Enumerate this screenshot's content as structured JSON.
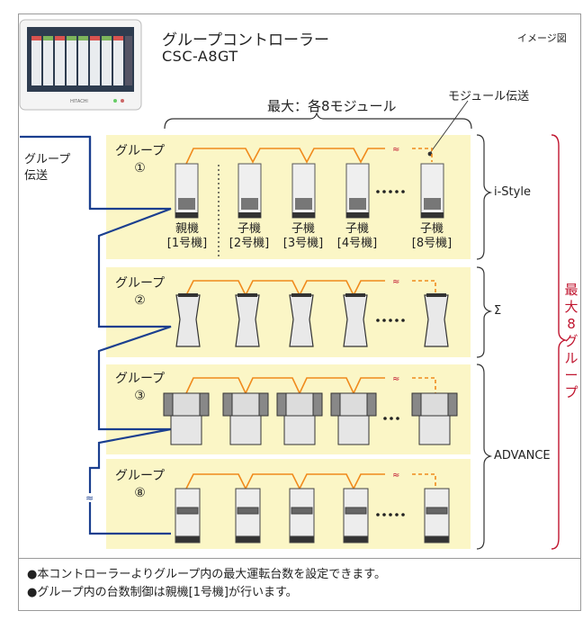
{
  "header": {
    "title": "グループコントローラー",
    "model": "CSC-A8GT",
    "image_note": "イメージ図",
    "screen_brand": "HITACHI"
  },
  "labels": {
    "max_modules": "最大：各8モジュール",
    "module_transmission": "モジュール伝送",
    "group_transmission_line1": "グループ",
    "group_transmission_line2": "伝送",
    "max_groups": [
      "最",
      "大",
      "8",
      "グ",
      "ル",
      "ー",
      "プ"
    ]
  },
  "groups": [
    {
      "label": "グループ",
      "number": "①",
      "series": "i-Style"
    },
    {
      "label": "グループ",
      "number": "②",
      "series": "Σ"
    },
    {
      "label": "グループ",
      "number": "③",
      "series": "ADVANCE"
    },
    {
      "label": "グループ",
      "number": "⑧",
      "series": ""
    }
  ],
  "units_group1": [
    {
      "line1": "親機",
      "line2": "[1号機]"
    },
    {
      "line1": "子機",
      "line2": "[2号機]"
    },
    {
      "line1": "子機",
      "line2": "[3号機]"
    },
    {
      "line1": "子機",
      "line2": "[4号機]"
    },
    {
      "line1": "子機",
      "line2": "[8号機]"
    }
  ],
  "notes": [
    "●本コントローラーよりグループ内の最大運転台数を設定できます。",
    "●グループ内の台数制御は親機[1号機]が行います。"
  ],
  "colors": {
    "panel": "#fbf6c6",
    "module_line": "#f08a1c",
    "group_line": "#1b3f8f",
    "accent_red": "#c0152f"
  }
}
